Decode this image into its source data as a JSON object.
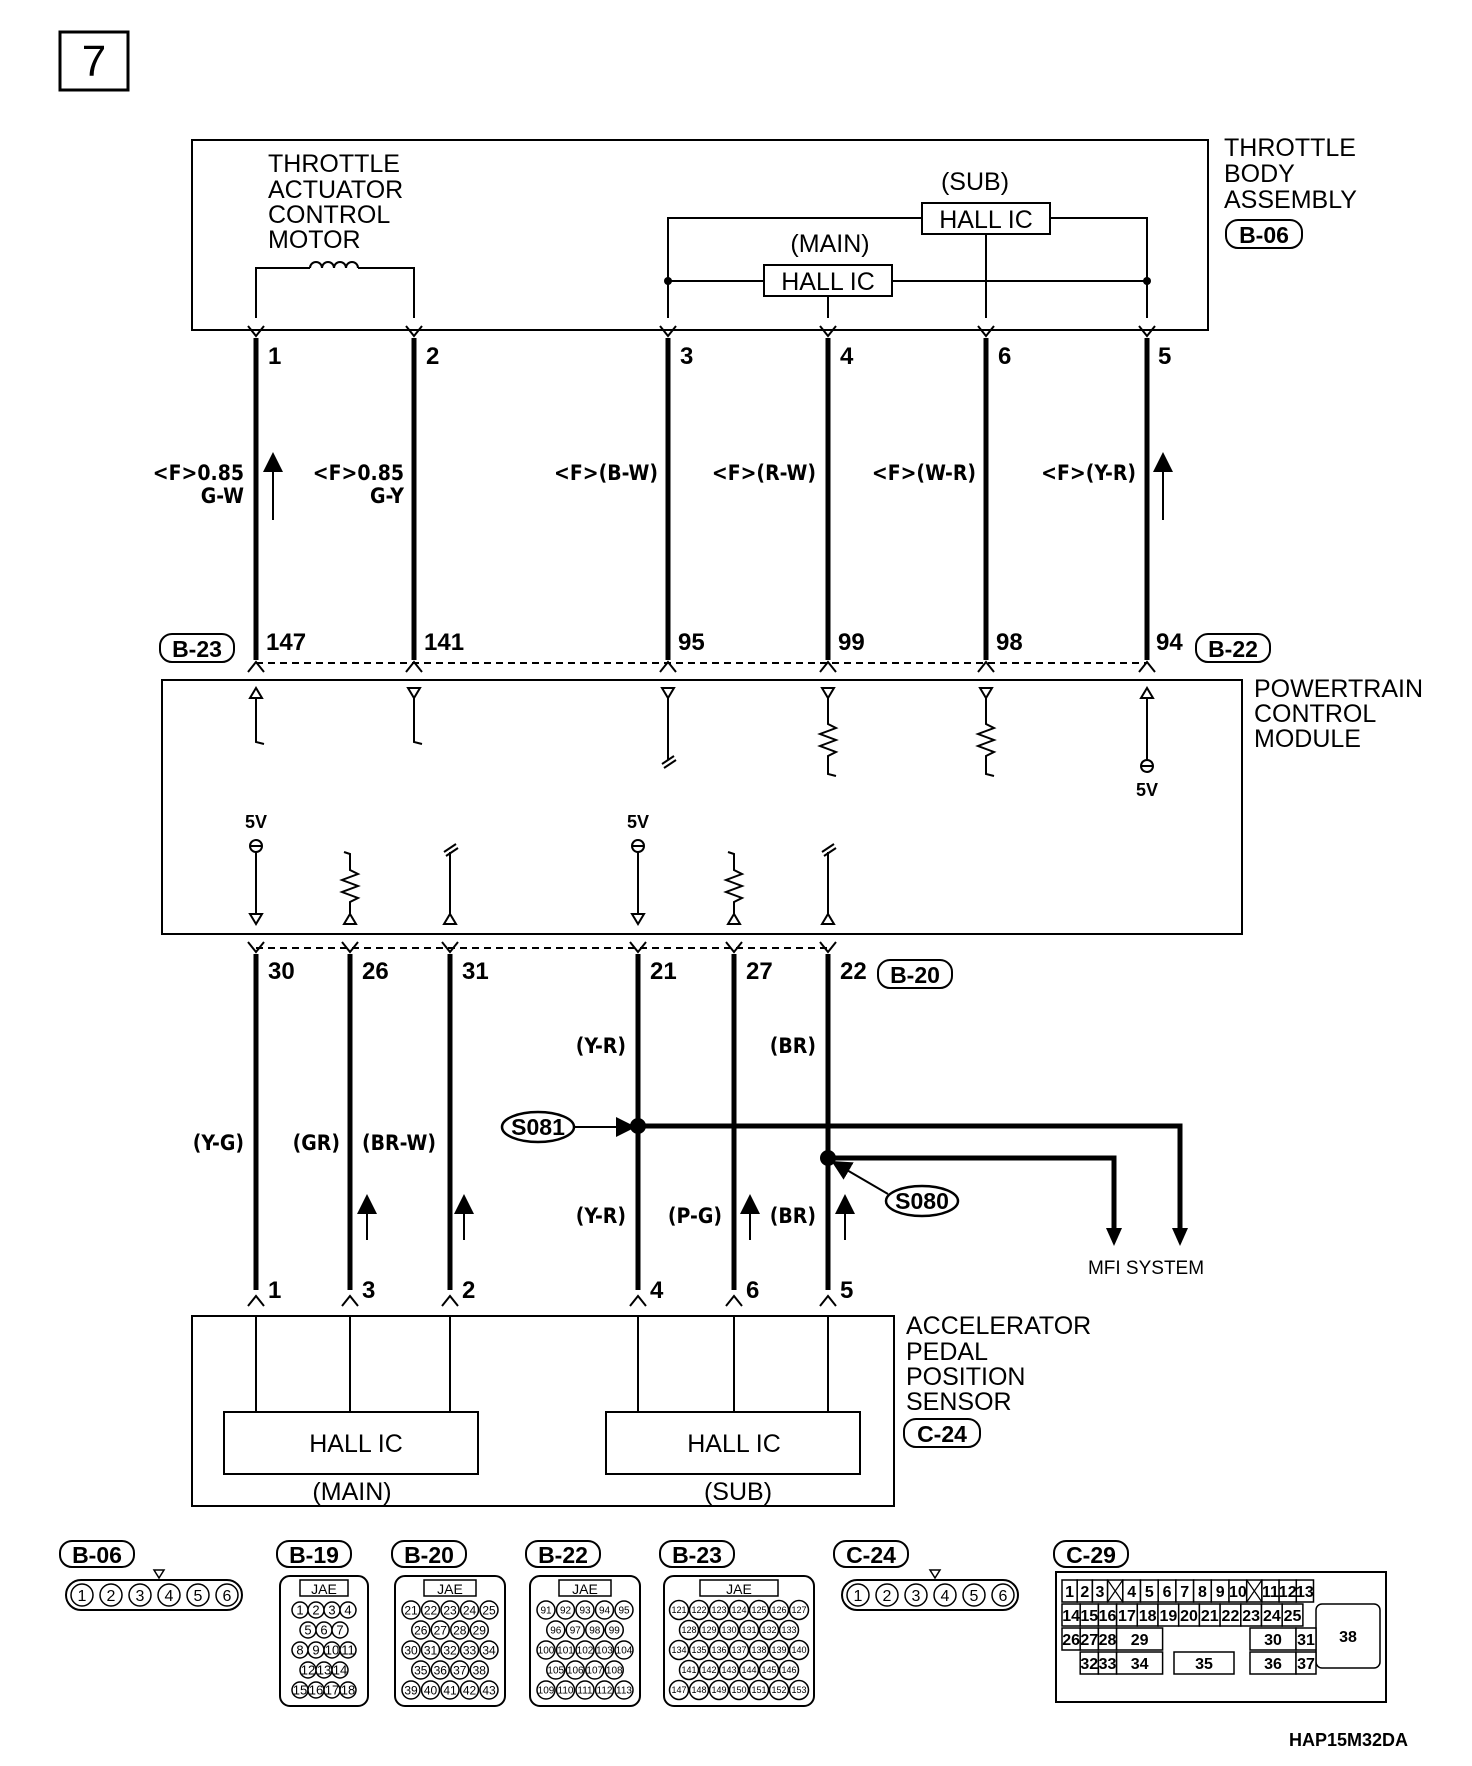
{
  "page_number": "7",
  "throttle_body": {
    "title_lines": [
      "THROTTLE",
      "BODY",
      "ASSEMBLY"
    ],
    "connector": "B-06",
    "motor_label_lines": [
      "THROTTLE",
      "ACTUATOR",
      "CONTROL",
      "MOTOR"
    ],
    "sub_label": "(SUB)",
    "main_label": "(MAIN)",
    "hall_ic": "HALL IC",
    "pins": [
      "1",
      "2",
      "3",
      "4",
      "6",
      "5"
    ]
  },
  "upper_wires": [
    "<F>0.85",
    "G-W",
    "<F>0.85",
    "G-Y",
    "<F>(B-W)",
    "<F>(R-W)",
    "<F>(W-R)",
    "<F>(Y-R)"
  ],
  "pcm": {
    "title_lines": [
      "POWERTRAIN",
      "CONTROL",
      "MODULE"
    ],
    "connector_left": "B-23",
    "connector_right": "B-22",
    "connector_bottom": "B-20",
    "top_pins": [
      "147",
      "141",
      "95",
      "99",
      "98",
      "94"
    ],
    "bottom_pins": [
      "30",
      "26",
      "31",
      "21",
      "27",
      "22"
    ],
    "voltage": "5V"
  },
  "lower_wires": {
    "y_g": "(Y-G)",
    "gr": "(GR)",
    "br_w": "(BR-W)",
    "y_r": "(Y-R)",
    "br": "(BR)",
    "p_g": "(P-G)"
  },
  "splices": [
    "S081",
    "S080"
  ],
  "mfi": "MFI SYSTEM",
  "app_sensor": {
    "title_lines": [
      "ACCELERATOR",
      "PEDAL",
      "POSITION",
      "SENSOR"
    ],
    "connector": "C-24",
    "pins": [
      "1",
      "3",
      "2",
      "4",
      "6",
      "5"
    ],
    "hall_ic": "HALL IC",
    "main_label": "(MAIN)",
    "sub_label": "(SUB)"
  },
  "connector_views": [
    "B-06",
    "B-19",
    "B-20",
    "B-22",
    "B-23",
    "C-24",
    "C-29"
  ],
  "jae": "JAE",
  "b06_pins": [
    "1",
    "2",
    "3",
    "4",
    "5",
    "6"
  ],
  "b19_rows": [
    [
      "1",
      "2",
      "3",
      "4"
    ],
    [
      "5",
      "6",
      "7"
    ],
    [
      "8",
      "9",
      "10",
      "11"
    ],
    [
      "12",
      "13",
      "14"
    ],
    [
      "15",
      "16",
      "17",
      "18"
    ]
  ],
  "b20_rows": [
    [
      "21",
      "22",
      "23",
      "24",
      "25"
    ],
    [
      "26",
      "27",
      "28",
      "29"
    ],
    [
      "30",
      "31",
      "32",
      "33",
      "34"
    ],
    [
      "35",
      "36",
      "37",
      "38"
    ],
    [
      "39",
      "40",
      "41",
      "42",
      "43"
    ]
  ],
  "b22_rows": [
    [
      "91",
      "92",
      "93",
      "94",
      "95"
    ],
    [
      "96",
      "97",
      "98",
      "99"
    ],
    [
      "100",
      "101",
      "102",
      "103",
      "104"
    ],
    [
      "105",
      "106",
      "107",
      "108"
    ],
    [
      "109",
      "110",
      "111",
      "112",
      "113"
    ]
  ],
  "b23_rows": [
    [
      "121",
      "122",
      "123",
      "124",
      "125",
      "126",
      "127"
    ],
    [
      "128",
      "129",
      "130",
      "131",
      "132",
      "133"
    ],
    [
      "134",
      "135",
      "136",
      "137",
      "138",
      "139",
      "140"
    ],
    [
      "141",
      "142",
      "143",
      "144",
      "145",
      "146"
    ],
    [
      "147",
      "148",
      "149",
      "150",
      "151",
      "152",
      "153"
    ]
  ],
  "c29_row1": [
    "1",
    "2",
    "3",
    "4",
    "5",
    "6",
    "7",
    "8",
    "9",
    "10",
    "11",
    "12",
    "13"
  ],
  "c29_row2": [
    "14",
    "15",
    "16",
    "17",
    "18",
    "19",
    "20",
    "21",
    "22",
    "23",
    "24",
    "25"
  ],
  "c29_row3": [
    "26",
    "27",
    "28",
    "29",
    "30",
    "31"
  ],
  "c29_row4": [
    "32",
    "33",
    "34",
    "35",
    "36",
    "37"
  ],
  "c29_big": "38",
  "drawing_code": "HAP15M32DA"
}
